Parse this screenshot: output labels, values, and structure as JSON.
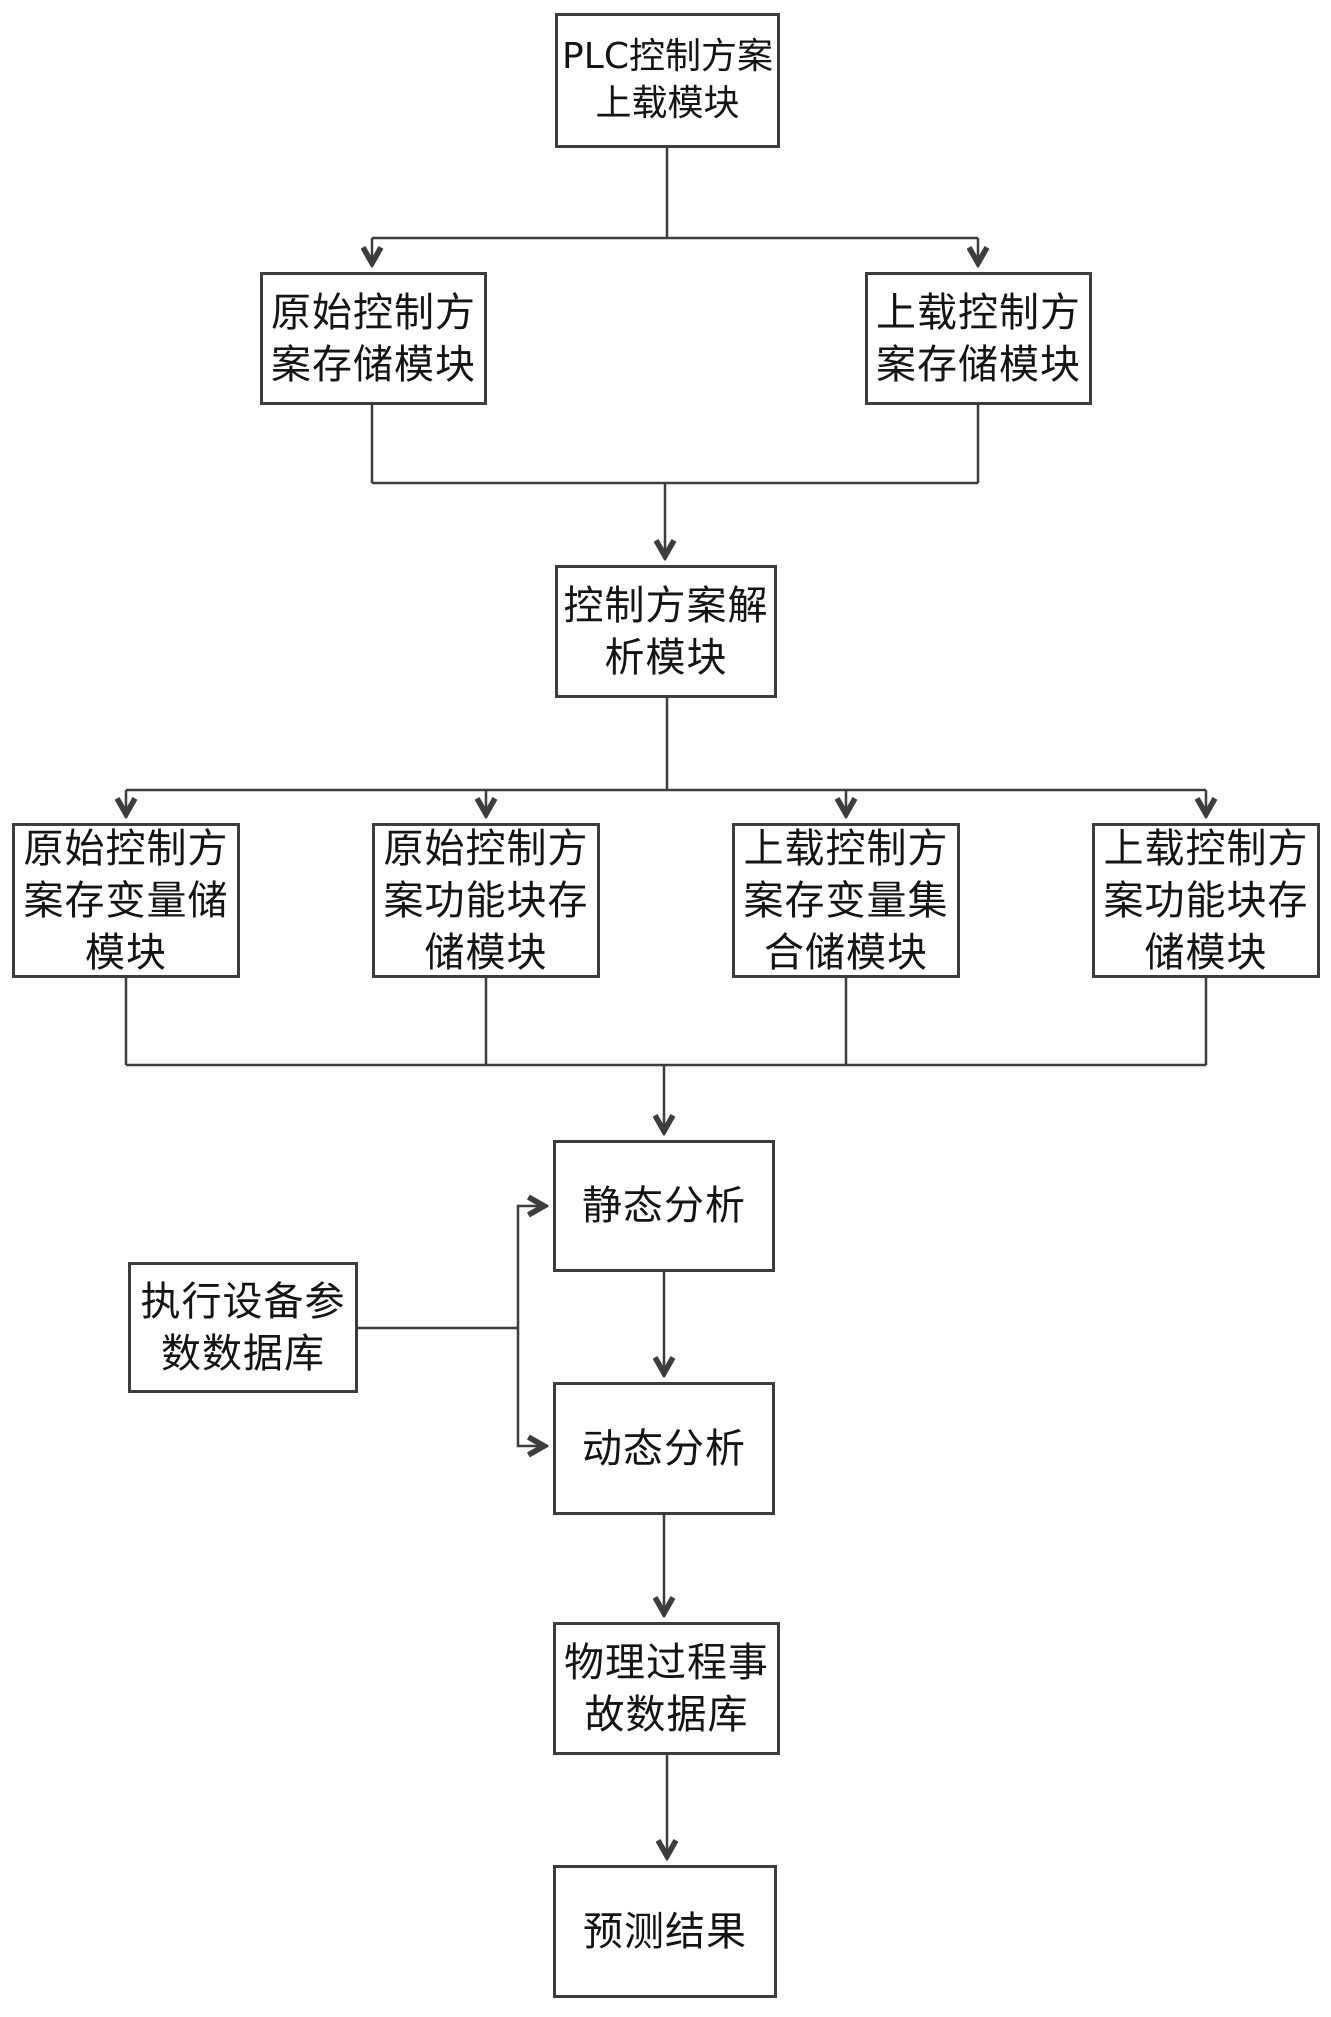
{
  "diagram": {
    "type": "flowchart",
    "background": "#ffffff",
    "line_color": "#3d3d3d",
    "box_border_color": "#3d3d3d",
    "text_color": "#141414",
    "nodes": [
      {
        "id": "plc-upload-module",
        "label": "PLC控制方案\n上载模块"
      },
      {
        "id": "original-scheme-storage",
        "label": "原始控制方\n案存储模块"
      },
      {
        "id": "uploaded-scheme-storage",
        "label": "上载控制方\n案存储模块"
      },
      {
        "id": "scheme-parsing-module",
        "label": "控制方案解\n析模块"
      },
      {
        "id": "original-variable-storage",
        "label": "原始控制方\n案存变量储\n模块"
      },
      {
        "id": "original-function-block-storage",
        "label": "原始控制方\n案功能块存\n储模块"
      },
      {
        "id": "uploaded-variable-set-storage",
        "label": "上载控制方\n案存变量集\n合储模块"
      },
      {
        "id": "uploaded-function-block-storage",
        "label": "上载控制方\n案功能块存\n储模块"
      },
      {
        "id": "static-analysis",
        "label": "静态分析"
      },
      {
        "id": "device-parameter-database",
        "label": "执行设备参\n数数据库"
      },
      {
        "id": "dynamic-analysis",
        "label": "动态分析"
      },
      {
        "id": "physical-accident-database",
        "label": "物理过程事\n故数据库"
      },
      {
        "id": "prediction-result",
        "label": "预测结果"
      }
    ],
    "edges": [
      "plc-upload-module -> original-scheme-storage",
      "plc-upload-module -> uploaded-scheme-storage",
      "original-scheme-storage -> scheme-parsing-module",
      "uploaded-scheme-storage -> scheme-parsing-module",
      "scheme-parsing-module -> original-variable-storage",
      "scheme-parsing-module -> original-function-block-storage",
      "scheme-parsing-module -> uploaded-variable-set-storage",
      "scheme-parsing-module -> uploaded-function-block-storage",
      "original-variable-storage -> static-analysis",
      "original-function-block-storage -> static-analysis",
      "uploaded-variable-set-storage -> static-analysis",
      "uploaded-function-block-storage -> static-analysis",
      "device-parameter-database -> static-analysis",
      "device-parameter-database -> dynamic-analysis",
      "static-analysis -> dynamic-analysis",
      "dynamic-analysis -> physical-accident-database",
      "physical-accident-database -> prediction-result"
    ]
  }
}
